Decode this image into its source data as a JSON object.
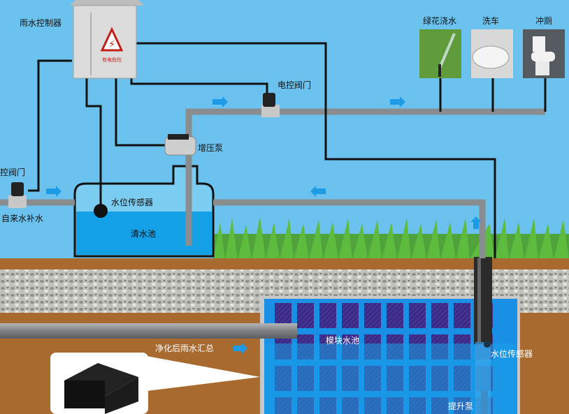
{
  "labels": {
    "controller": "雨水控制器",
    "controller_warning": "有电危险",
    "solenoid_valve_top": "电控阀门",
    "solenoid_valve_left": "电控阀门",
    "booster_pump": "增压泵",
    "level_sensor_tank": "水位传感器",
    "tap_water_supply": "自来水补水",
    "clear_water_tank": "清水池",
    "module_tank": "模块水池",
    "purified_rainwater": "净化后雨水汇总",
    "level_sensor_well": "水位传感器",
    "lift_pump": "提升泵"
  },
  "uses": [
    {
      "label": "绿花浇水",
      "icon": "lawn-sprinkler-photo"
    },
    {
      "label": "洗车",
      "icon": "car-wash-photo"
    },
    {
      "label": "冲厕",
      "icon": "toilet-photo"
    }
  ],
  "colors": {
    "sky": "#6cc2ee",
    "water": "#1aa0e8",
    "soil": "#a86a2e",
    "gravel": "#b9b9b4",
    "arrow": "#1e9be6",
    "module_block": "#3a2a86"
  }
}
